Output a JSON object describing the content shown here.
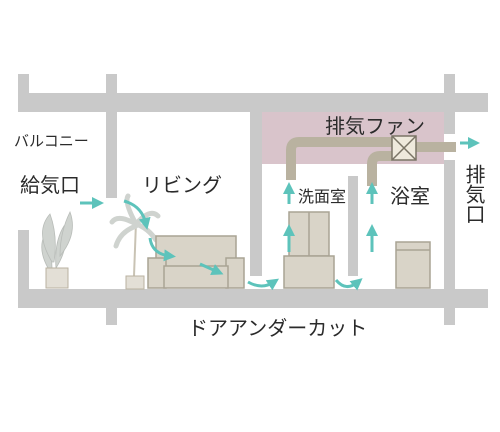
{
  "labels": {
    "balcony": "バルコニー",
    "supply_inlet": "給気口",
    "living": "リビング",
    "exhaust_fan": "排気ファン",
    "washroom": "洗面室",
    "bathroom": "浴室",
    "exhaust_outlet": "排気口",
    "door_undercut": "ドアアンダーカット"
  },
  "colors": {
    "wall": "#c9c9c9",
    "fan_area": "#d9c4cb",
    "arrow": "#5dc3bb",
    "furniture": "#d9d4c8",
    "furniture_stroke": "#a9a394",
    "plant": "#cfd3cf",
    "text": "#2b2b2b"
  }
}
